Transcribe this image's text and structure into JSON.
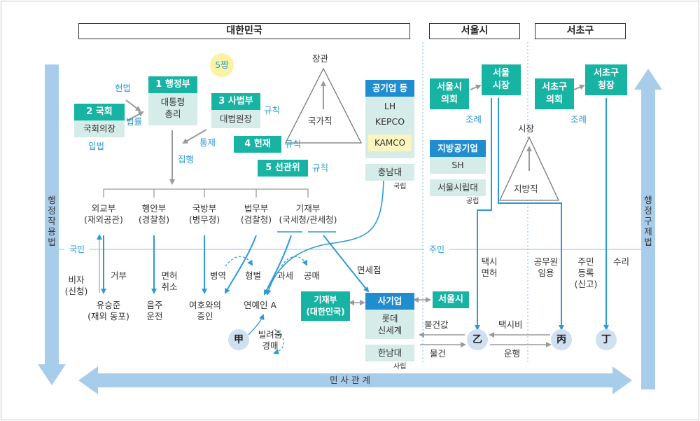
{
  "headers": {
    "korea": "대한민국",
    "seoul": "서울시",
    "seocho": "서초구"
  },
  "branches": {
    "gov_num": "1",
    "gov": "행정부",
    "gov_sub": [
      "대통령",
      "총리"
    ],
    "assembly_num": "2",
    "assembly": "국회",
    "assembly_sub": "국회의장",
    "judiciary_num": "3",
    "judiciary": "사법부",
    "judiciary_sub": "대법원장",
    "court_num": "4",
    "court": "헌재",
    "election_num": "5",
    "election": "선관위"
  },
  "labels": {
    "constitution": "헌법",
    "law": "법률",
    "legislation": "입법",
    "rules": "규칙",
    "control": "통제",
    "execution": "집행",
    "ordinance": "조례",
    "five_pack": "5짱"
  },
  "ministries": [
    {
      "name": "외교부",
      "sub": "(재외공관)"
    },
    {
      "name": "행안부",
      "sub": "(경찰청)"
    },
    {
      "name": "국방부",
      "sub": "(병무청)"
    },
    {
      "name": "법무부",
      "sub": "(검찰청)"
    },
    {
      "name": "기재부",
      "sub": "(국세청/관세청)"
    }
  ],
  "pyramids": {
    "national_top": "장관",
    "national": "국가직",
    "local_top": "시장",
    "local": "지방직"
  },
  "public_corps": {
    "title": "공기업 등",
    "lh": "LH",
    "kepco": "KEPCO",
    "kamco": "KAMCO",
    "chungnam": "충남대",
    "national_note": "국립"
  },
  "seoul": {
    "council": [
      "서울시",
      "의회"
    ],
    "mayor": [
      "서울",
      "시장"
    ],
    "local_corp": "지방공기업",
    "sh": "SH",
    "univ": "서울시립대",
    "public_note": "공립"
  },
  "seocho": {
    "council": [
      "서초구",
      "의회"
    ],
    "head": [
      "서초구",
      "청장"
    ]
  },
  "side": {
    "left": "행정작용법",
    "right": "행정구제법"
  },
  "people": {
    "citizen": "국민",
    "resident": "주민"
  },
  "actions": {
    "visa": [
      "비자",
      "(신청)"
    ],
    "refuse": "거부",
    "yoo": [
      "유승준",
      "(재외 동포)"
    ],
    "license": [
      "면허",
      "취소"
    ],
    "drunk": [
      "음주",
      "운전"
    ],
    "military": "병역",
    "penalty": "형벌",
    "witness": [
      "여호와의",
      "증인"
    ],
    "entertainer": "연예인 A",
    "tax": "과세",
    "auction": "공매",
    "duty_free": "면세점",
    "moef_box": [
      "기재부",
      "(대한민국)"
    ],
    "taxi_license": [
      "택시",
      "면허"
    ],
    "civil_servant": [
      "공무원",
      "임용"
    ],
    "resident_reg": [
      "주민",
      "등록",
      "(신고)"
    ],
    "accept": "수리",
    "loan": [
      "빌려줌",
      "경매"
    ],
    "fare": "물건값",
    "taxi_fare": "택시비",
    "goods": "물건",
    "ride": "운행"
  },
  "private": {
    "title": "사기업",
    "seoul_city": "서울시",
    "lotte": [
      "롯데",
      "신세계"
    ],
    "hannam": "한남대",
    "private_note": "사립"
  },
  "persons": {
    "gap": "甲",
    "eul": "乙",
    "byeong": "丙",
    "jeong": "丁"
  },
  "bottom": "민 사 관 계"
}
